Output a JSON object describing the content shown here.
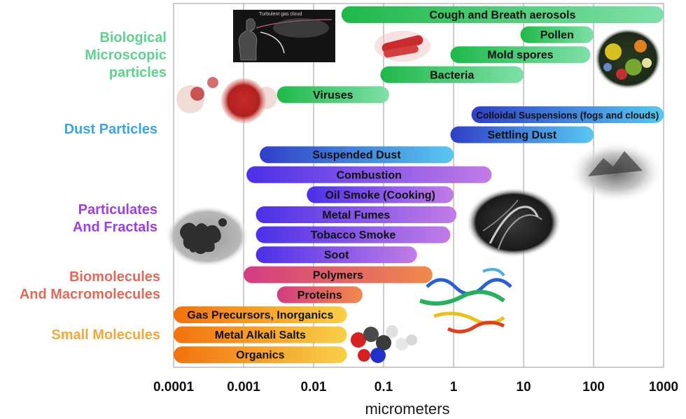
{
  "chart_data": {
    "type": "range-bar",
    "xlabel": "micrometers",
    "x_scale": "log",
    "xlim": [
      0.0001,
      1000
    ],
    "ticks": [
      "0.0001",
      "0.001",
      "0.01",
      "0.1",
      "1",
      "10",
      "100",
      "1000"
    ],
    "grid": true,
    "categories": [
      {
        "name": "Biological\nMicroscopic\nparticles",
        "color": "#5fd38d"
      },
      {
        "name": "Dust Particles",
        "color": "#3aa6e0"
      },
      {
        "name": "Particulates\nAnd Fractals",
        "color": "#9a3fe0"
      },
      {
        "name": "Biomolecules\nAnd Macromolecules",
        "color": "#e06a5a"
      },
      {
        "name": "Small Molecules",
        "color": "#f2a83a"
      }
    ],
    "bars": [
      {
        "label": "Cough and Breath aerosols",
        "min": 0.025,
        "max": 1000,
        "category": 0
      },
      {
        "label": "Pollen",
        "min": 9,
        "max": 100,
        "category": 0
      },
      {
        "label": "Mold spores",
        "min": 0.9,
        "max": 90,
        "category": 0
      },
      {
        "label": "Bacteria",
        "min": 0.09,
        "max": 10,
        "category": 0
      },
      {
        "label": "Viruses",
        "min": 0.003,
        "max": 0.12,
        "category": 0
      },
      {
        "label": "Colloidal Suspensions (fogs and clouds)",
        "min": 1.8,
        "max": 1000,
        "category": 1
      },
      {
        "label": "Settling Dust",
        "min": 0.9,
        "max": 100,
        "category": 1
      },
      {
        "label": "Suspended Dust",
        "min": 0.0017,
        "max": 1,
        "category": 1
      },
      {
        "label": "Combustion",
        "min": 0.0011,
        "max": 3.5,
        "category": 2
      },
      {
        "label": "Oil Smoke (Cooking)",
        "min": 0.008,
        "max": 1,
        "category": 2
      },
      {
        "label": "Metal Fumes",
        "min": 0.0015,
        "max": 1.1,
        "category": 2
      },
      {
        "label": "Tobacco Smoke",
        "min": 0.0015,
        "max": 0.9,
        "category": 2
      },
      {
        "label": "Soot",
        "min": 0.0015,
        "max": 0.3,
        "category": 2
      },
      {
        "label": "Polymers",
        "min": 0.001,
        "max": 0.5,
        "category": 3
      },
      {
        "label": "Proteins",
        "min": 0.003,
        "max": 0.05,
        "category": 3
      },
      {
        "label": "Gas Precursors, Inorganics",
        "min": 0.0001,
        "max": 0.03,
        "category": 4
      },
      {
        "label": "Metal Alkali Salts",
        "min": 0.0001,
        "max": 0.03,
        "category": 4
      },
      {
        "label": "Organics",
        "min": 0.0001,
        "max": 0.03,
        "category": 4
      }
    ]
  }
}
